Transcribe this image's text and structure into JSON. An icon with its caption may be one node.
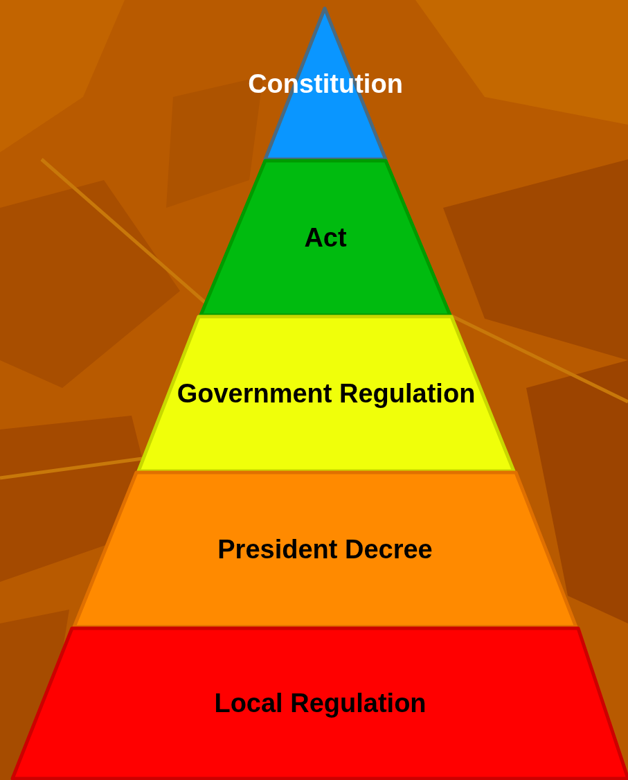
{
  "diagram": {
    "nodes": [
      {
        "text": [
          "Constitution"
        ]
      },
      {
        "text": [
          "Act"
        ]
      },
      {
        "text": [
          "Government Regulation"
        ]
      },
      {
        "text": [
          "President Decree"
        ]
      },
      {
        "text": [
          "Local Regulation"
        ]
      }
    ]
  }
}
